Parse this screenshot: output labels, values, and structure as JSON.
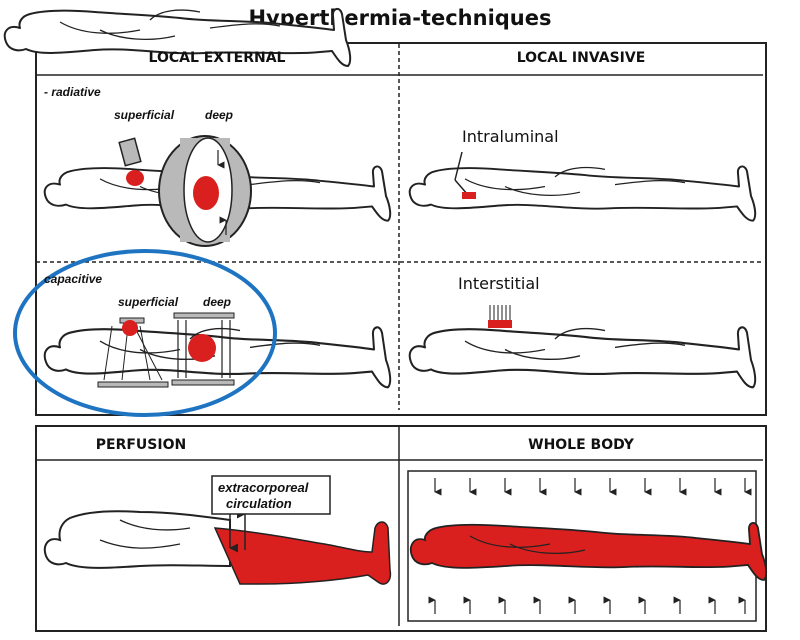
{
  "title": "Hyperthermia-techniques",
  "panels": {
    "local_external": {
      "header": "LOCAL EXTERNAL",
      "radiative": {
        "label": "- radiative",
        "superficial": "superficial",
        "deep": "deep"
      },
      "capacitive": {
        "label": "capacitive",
        "superficial": "superficial",
        "deep": "deep"
      }
    },
    "local_invasive": {
      "header": "LOCAL INVASIVE",
      "intraluminal": "Intraluminal",
      "interstitial": "Interstitial"
    },
    "perfusion": {
      "header": "PERFUSION",
      "annotation_line1": "extracorporeal",
      "annotation_line2": "circulation"
    },
    "whole_body": {
      "header": "WHOLE BODY"
    }
  },
  "colors": {
    "heat_red": "#d9201e",
    "highlight_blue": "#1f74c2",
    "outline": "#222222",
    "applicator_gray": "#b9b9b9"
  }
}
